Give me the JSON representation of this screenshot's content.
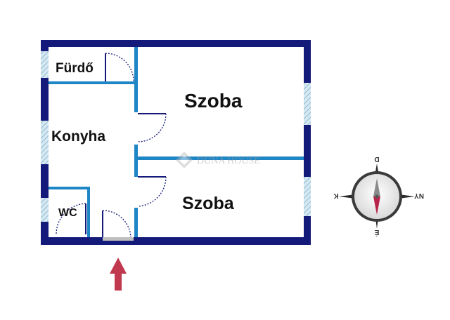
{
  "rooms": {
    "bathroom": "Fürdő",
    "kitchen": "Konyha",
    "room_top": "Szoba",
    "room_bottom": "Szoba",
    "wc": "WC"
  },
  "watermark": "DUNA HOUSE",
  "compass": {
    "north": "D",
    "south": "É",
    "east": "NY",
    "west": "K"
  },
  "colors": {
    "wall": "#141a7a",
    "partition": "#1f86c6",
    "window": "#9ec7dc",
    "entrance_arrow": "#c0394f",
    "compass_south_needle": "#b8234a"
  },
  "icons": {
    "entrance": "entrance-arrow-icon",
    "compass": "compass-rose-icon"
  }
}
